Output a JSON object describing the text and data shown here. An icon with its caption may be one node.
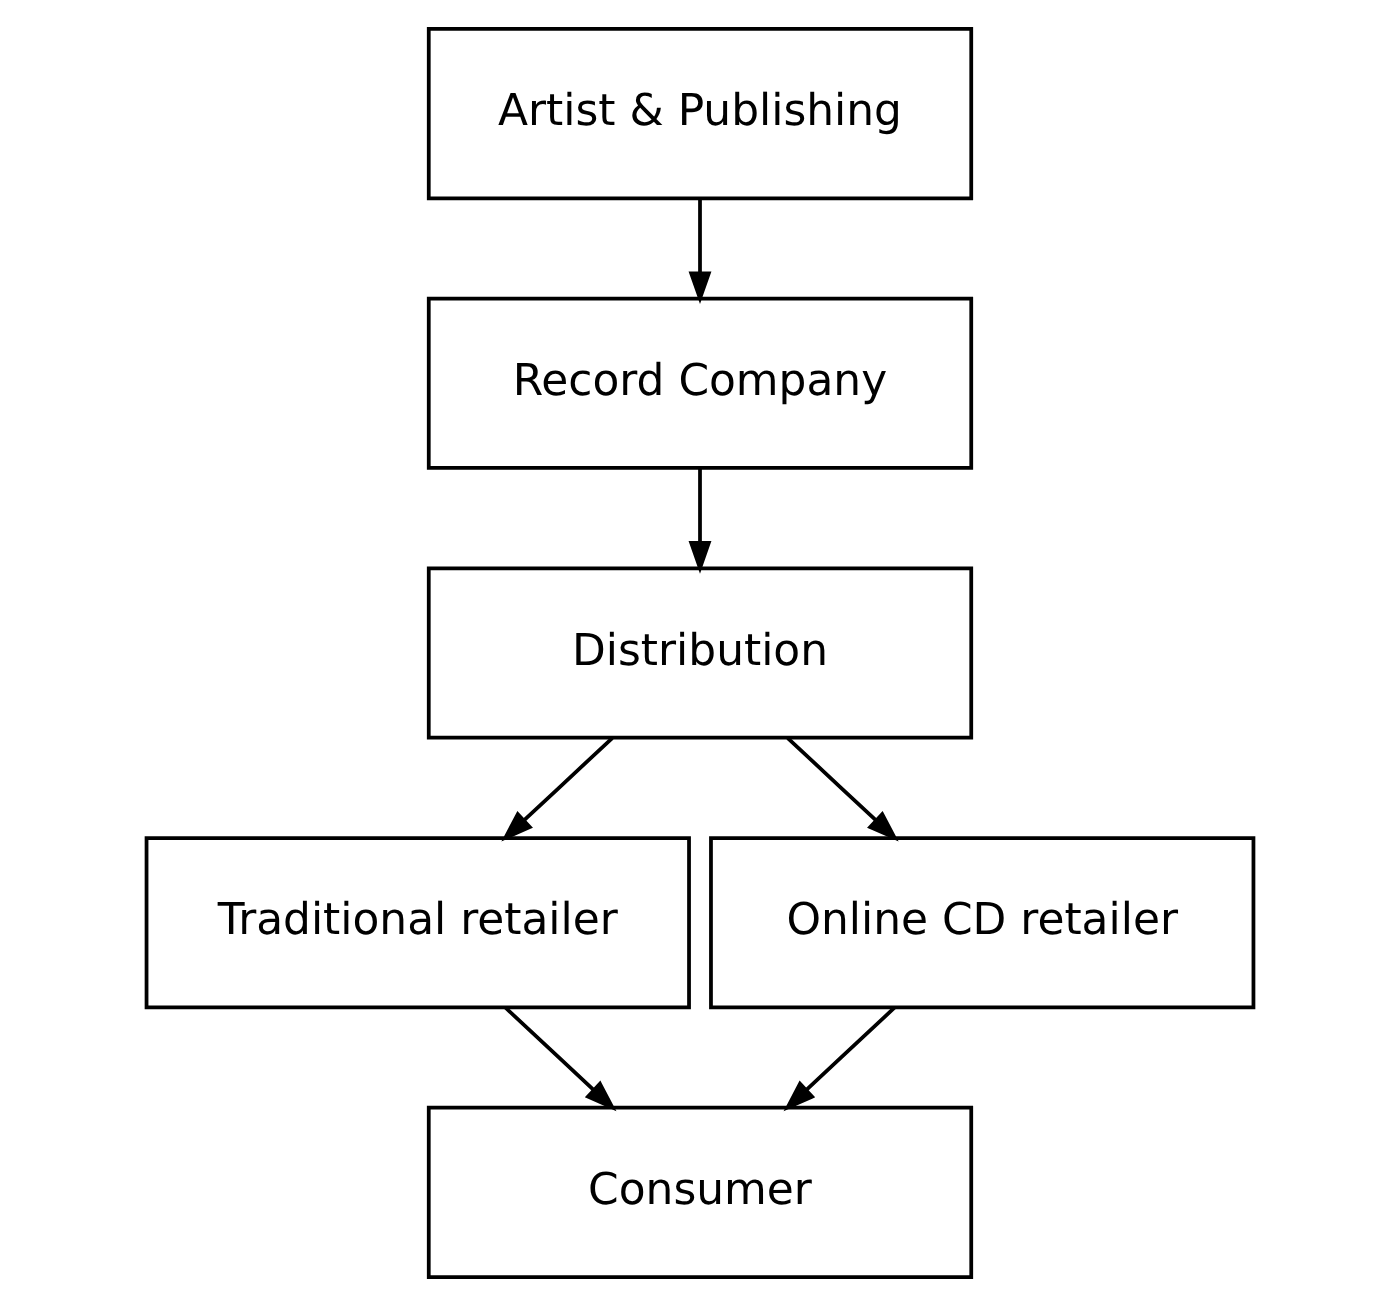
{
  "diagram": {
    "nodes": [
      {
        "text": [
          "Artist & Publishing"
        ]
      },
      {
        "text": [
          "Record Company"
        ]
      },
      {
        "text": [
          "Distribution"
        ]
      },
      {
        "text": [
          "Traditional retailer"
        ]
      },
      {
        "text": [
          "Online CD retailer"
        ]
      },
      {
        "text": [
          "Consumer"
        ]
      }
    ],
    "edges": [
      {
        "from": 0,
        "to": 1,
        "arrow": "to"
      },
      {
        "from": 1,
        "to": 2,
        "arrow": "to"
      },
      {
        "from": 2,
        "to": 3,
        "arrow": "to"
      },
      {
        "from": 2,
        "to": 4,
        "arrow": "to"
      },
      {
        "from": 3,
        "to": 5,
        "arrow": "to"
      },
      {
        "from": 4,
        "to": 5,
        "arrow": "to"
      }
    ]
  }
}
